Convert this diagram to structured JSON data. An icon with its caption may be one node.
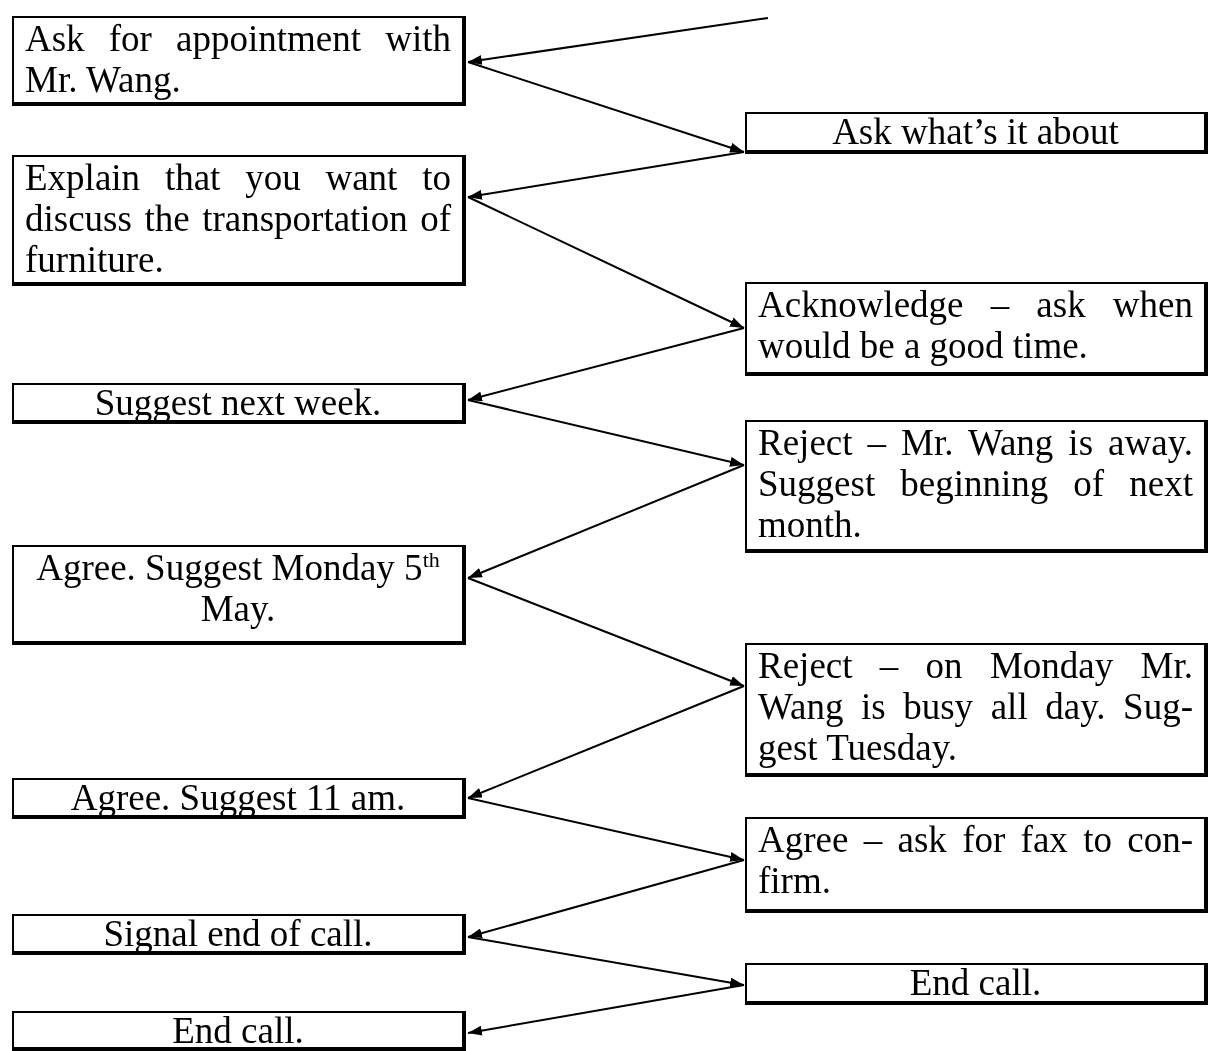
{
  "diagram": {
    "nodes": [
      {
        "text": [
          "Ask for appointment with Mr. Wang."
        ]
      },
      {
        "text": [
          "Ask what’s it about"
        ]
      },
      {
        "text": [
          "Explain that you want to discuss the transportation of furniture."
        ]
      },
      {
        "text": [
          "Acknowledge – ask when would be a good time."
        ]
      },
      {
        "text": [
          "Suggest next week."
        ]
      },
      {
        "text": [
          "Reject – Mr. Wang is away. Suggest beginning of next month."
        ]
      },
      {
        "text": [
          "Agree. Suggest Monday 5$^{th}$ May."
        ]
      },
      {
        "text": [
          "Reject – on Monday Mr. Wang is busy all day. Sug-gest Tuesday."
        ]
      },
      {
        "text": [
          "Agree. Suggest 11 am."
        ]
      },
      {
        "text": [
          "Agree – ask for fax to con-firm."
        ]
      },
      {
        "text": [
          "Signal end of call."
        ]
      },
      {
        "text": [
          "End call."
        ]
      },
      {
        "text": [
          "End call."
        ]
      }
    ],
    "edges": [
      {
        "from": null,
        "to": 0,
        "arrow": "to"
      },
      {
        "from": 0,
        "to": 1,
        "arrow": "to"
      },
      {
        "from": 1,
        "to": 2,
        "arrow": "to"
      },
      {
        "from": 2,
        "to": 3,
        "arrow": "to"
      },
      {
        "from": 3,
        "to": 4,
        "arrow": "to"
      },
      {
        "from": 4,
        "to": 5,
        "arrow": "to"
      },
      {
        "from": 5,
        "to": 6,
        "arrow": "to"
      },
      {
        "from": 6,
        "to": 7,
        "arrow": "to"
      },
      {
        "from": 7,
        "to": 8,
        "arrow": "to"
      },
      {
        "from": 8,
        "to": 9,
        "arrow": "to"
      },
      {
        "from": 9,
        "to": 10,
        "arrow": "to"
      },
      {
        "from": 10,
        "to": 11,
        "arrow": "to"
      },
      {
        "from": 11,
        "to": 12,
        "arrow": "to"
      }
    ]
  }
}
